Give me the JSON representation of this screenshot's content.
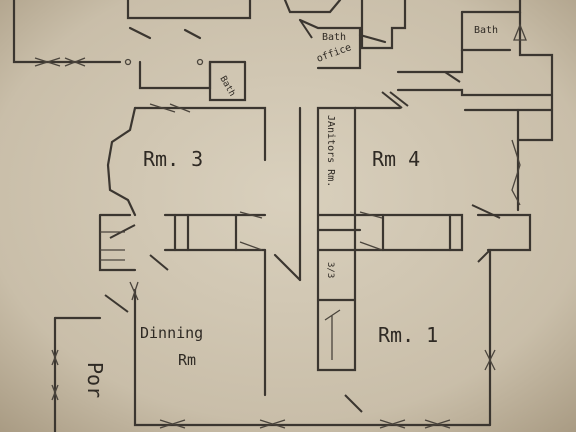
{
  "labels": {
    "bath_top": "Bath",
    "office": "office",
    "bath_right": "Bath",
    "bath_small": "Bath",
    "rm3": "Rm. 3",
    "rm4": "Rm 4",
    "janitors": "JAnitors Rm.",
    "dinning": "Dinning",
    "dinning_rm": "Rm",
    "rm1": "Rm. 1",
    "porch": "Por",
    "stair_mark": "3/3"
  },
  "colors": {
    "paper": "#cfc5b2",
    "ink": "#3b3630"
  }
}
